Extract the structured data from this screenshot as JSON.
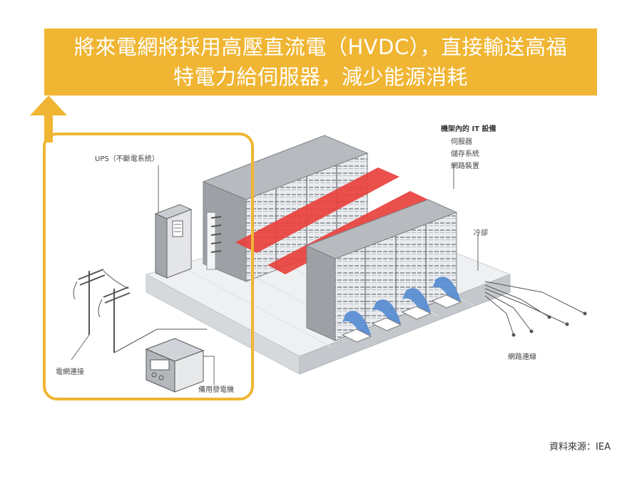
{
  "banner": {
    "line1": "將來電網將採用高壓直流電（HVDC），直接輸送高福",
    "line2": "特電力給伺服器，減少能源消耗"
  },
  "labels": {
    "ups": "UPS（不斷電系統）",
    "grid": "電網連接",
    "generator": "備用發電機",
    "it_title": "機架內的 IT 設備",
    "it_items": [
      "伺服器",
      "儲存系統",
      "網路裝置"
    ],
    "cooling": "冷卻",
    "network": "網路連線"
  },
  "source": "資料來源：IEA",
  "colors": {
    "accent": "#f0b532",
    "hot_aisle": "#e8413d",
    "cold_air": "#5b8fd4",
    "rack": "#8a8e93"
  }
}
